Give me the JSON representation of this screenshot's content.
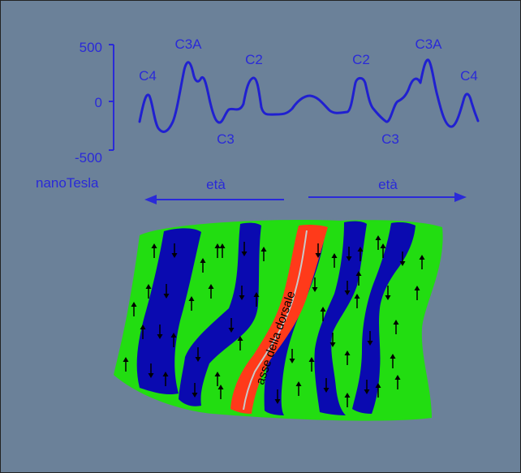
{
  "colors": {
    "background": "#6b8199",
    "magnetic_trace": "#2020d0",
    "normal_polarity": "#22dd11",
    "reversed_polarity": "#0a0ab0",
    "ridge_axis": "#ff3a1a",
    "arrow": "#000000"
  },
  "magnetic_profile": {
    "y_ticks": [
      "500",
      "0",
      "-500"
    ],
    "unit_label": "nanoTesla",
    "anomaly_labels_left": [
      "C4",
      "C3A",
      "C3",
      "C2"
    ],
    "anomaly_labels_right": [
      "C2",
      "C3A",
      "C3",
      "C4"
    ]
  },
  "age_arrows": {
    "left_label": "età",
    "right_label": "età"
  },
  "seafloor": {
    "ridge_label": "asse della dorsale"
  }
}
